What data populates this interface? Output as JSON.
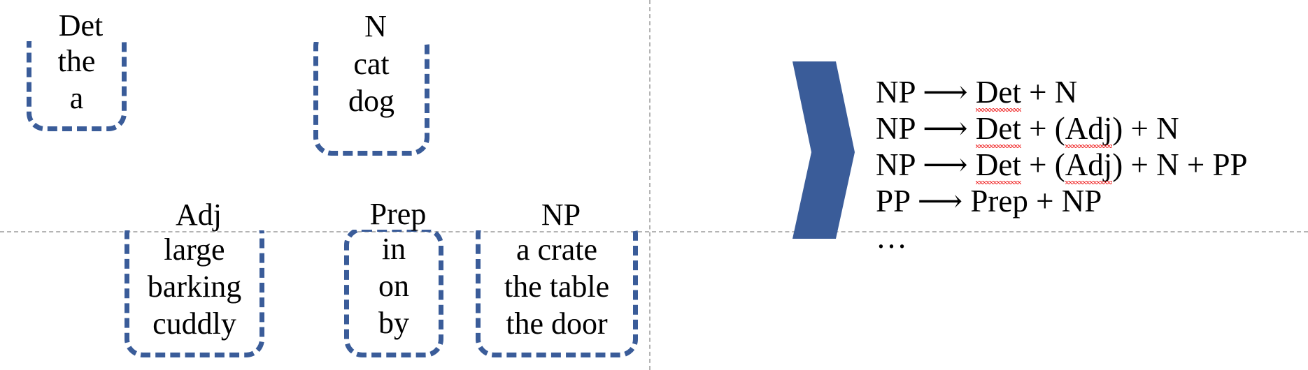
{
  "slide": {
    "background_color": "#FFFFFF",
    "box_border_color": "#3A5C99",
    "chevron_color": "#3A5C99",
    "guide_color": "#B4B4B4",
    "spellcheck_color": "#EF2020",
    "text_color": "#000000"
  },
  "boxes": [
    {
      "id": "det",
      "label": "Det",
      "items": [
        "the",
        "a"
      ]
    },
    {
      "id": "n",
      "label": "N",
      "items": [
        "cat",
        "dog"
      ]
    },
    {
      "id": "adj",
      "label": "Adj",
      "items": [
        "large",
        "barking",
        "cuddly"
      ]
    },
    {
      "id": "prep",
      "label": "Prep",
      "items": [
        "in",
        "on",
        "by"
      ]
    },
    {
      "id": "np",
      "label": "NP",
      "items": [
        "a crate",
        "the table",
        "the door"
      ]
    }
  ],
  "arrow": {
    "name": "chevron-right-arrow"
  },
  "rules": {
    "lines": [
      "NP ⟶ Det + N",
      "NP ⟶ Det + (Adj) + N",
      "NP ⟶ Det + (Adj) + N + PP",
      "PP ⟶ Prep + NP",
      "…"
    ],
    "parts": [
      {
        "pre": "NP ⟶ ",
        "sp1": "Det",
        "mid": " + N",
        "sp2": "",
        "post": ""
      },
      {
        "pre": "NP ⟶ ",
        "sp1": "Det",
        "mid": " + (",
        "sp2": "Adj",
        "post": ") + N"
      },
      {
        "pre": "NP ⟶ ",
        "sp1": "Det",
        "mid": " + (",
        "sp2": "Adj",
        "post": ") + N + PP"
      },
      {
        "pre": "PP ⟶ Prep + NP",
        "sp1": "",
        "mid": "",
        "sp2": "",
        "post": ""
      },
      {
        "pre": "…",
        "sp1": "",
        "mid": "",
        "sp2": "",
        "post": ""
      }
    ]
  }
}
